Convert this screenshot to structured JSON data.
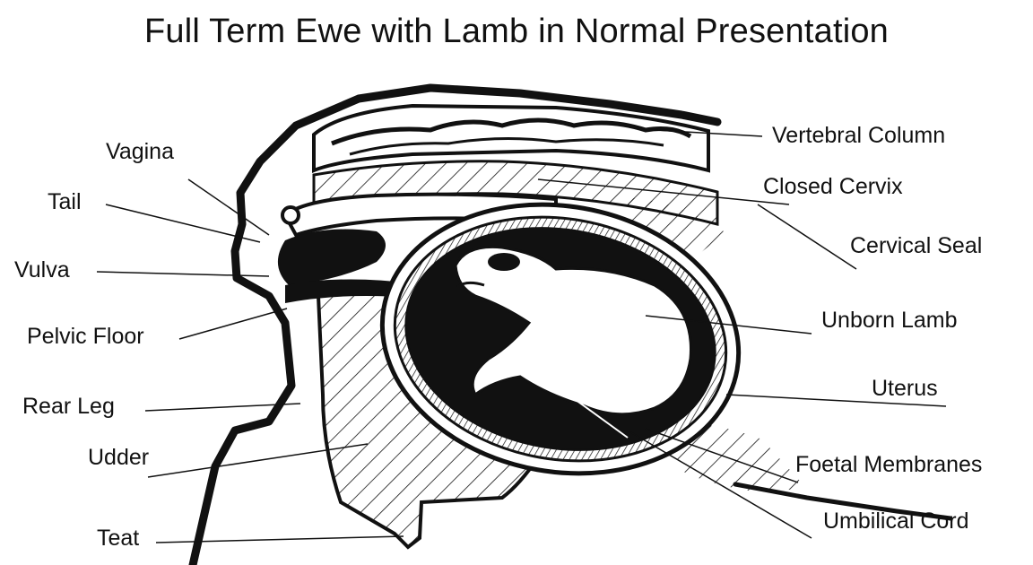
{
  "title": "Full Term Ewe with Lamb in Normal Presentation",
  "labels": {
    "vertebral_column": "Vertebral Column",
    "closed_cervix": "Closed Cervix",
    "cervical_seal": "Cervical Seal",
    "unborn_lamb": "Unborn Lamb",
    "uterus": "Uterus",
    "foetal_membranes": "Foetal Membranes",
    "umbilical_cord": "Umbilical Cord",
    "vagina": "Vagina",
    "tail": "Tail",
    "vulva": "Vulva",
    "pelvic_floor": "Pelvic Floor",
    "rear_leg": "Rear Leg",
    "udder": "Udder",
    "teat": "Teat"
  }
}
